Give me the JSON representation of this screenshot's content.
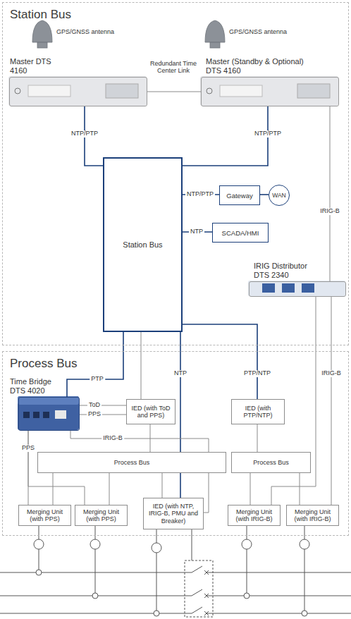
{
  "diagram": {
    "nodes": [
      {
        "text": [
          "Station Bus"
        ]
      },
      {
        "text": [
          "Master DTS 4160"
        ],
        "in": 0
      },
      {
        "text": [
          "Master (Standby & Optional) DTS 4160"
        ],
        "in": 0
      },
      {
        "text": [
          "Station Bus"
        ],
        "in": 0
      },
      {
        "text": [
          "Gateway"
        ],
        "in": 0
      },
      {
        "text": [
          "WAN"
        ],
        "in": 0
      },
      {
        "text": [
          "SCADA/HMI"
        ],
        "in": 0
      },
      {
        "text": [
          "IRIG Distributor DTS 2340"
        ],
        "in": 0
      },
      {
        "text": [
          "Process Bus"
        ]
      },
      {
        "text": [
          "Time Bridge DTS 4020"
        ],
        "in": 8
      },
      {
        "text": [
          "IED (with ToD and PPS)"
        ],
        "in": 8
      },
      {
        "text": [
          "IED (with PTP/NTP)"
        ],
        "in": 8
      },
      {
        "text": [
          "Process Bus"
        ],
        "in": 8
      },
      {
        "text": [
          "Process Bus"
        ],
        "in": 8
      },
      {
        "text": [
          "Merging Unit (with PPS)"
        ],
        "in": 8
      },
      {
        "text": [
          "Merging Unit (with PPS)"
        ],
        "in": 8
      },
      {
        "text": [
          "IED (with NTP, IRIG-B, PMU and Breaker)"
        ],
        "in": 8
      },
      {
        "text": [
          "Merging Unit (with IRIG-B)"
        ],
        "in": 8
      },
      {
        "text": [
          "Merging Unit (with IRIG-B)"
        ],
        "in": 8
      }
    ],
    "edges": [
      {
        "from": 1,
        "to": 2,
        "label": "Redundant Time Center Link",
        "arrow": "none"
      },
      {
        "from": 1,
        "to": 3,
        "label": "NTP/PTP",
        "arrow": "none"
      },
      {
        "from": 2,
        "to": 3,
        "label": "NTP/PTP",
        "arrow": "none"
      },
      {
        "from": 2,
        "to": 7,
        "label": "IRIG-B",
        "arrow": "none"
      },
      {
        "from": 3,
        "to": 4,
        "label": "NTP/PTP",
        "arrow": "none"
      },
      {
        "from": 4,
        "to": 5,
        "arrow": "none"
      },
      {
        "from": 3,
        "to": 6,
        "label": "NTP",
        "arrow": "none"
      },
      {
        "from": 3,
        "to": 9,
        "label": "PTP",
        "arrow": "none"
      },
      {
        "from": 3,
        "to": 10,
        "arrow": "none"
      },
      {
        "from": 3,
        "to": 16,
        "label": "NTP",
        "arrow": "none"
      },
      {
        "from": 3,
        "to": 11,
        "label": "PTP/NTP",
        "arrow": "none"
      },
      {
        "from": 9,
        "to": 10,
        "label": "ToD",
        "arrow": "none"
      },
      {
        "from": 9,
        "to": 10,
        "label": "PPS",
        "arrow": "none"
      },
      {
        "from": 9,
        "to": 16,
        "label": "IRIG-B",
        "arrow": "none"
      },
      {
        "from": 9,
        "to": 14,
        "label": "PPS",
        "arrow": "none"
      },
      {
        "from": 9,
        "to": 15,
        "arrow": "none"
      },
      {
        "from": 10,
        "to": 12,
        "arrow": "none"
      },
      {
        "from": 12,
        "to": 14,
        "arrow": "none"
      },
      {
        "from": 12,
        "to": 15,
        "arrow": "none"
      },
      {
        "from": 12,
        "to": 16,
        "arrow": "none"
      },
      {
        "from": 11,
        "to": 13,
        "arrow": "none"
      },
      {
        "from": 13,
        "to": 17,
        "arrow": "none"
      },
      {
        "from": 13,
        "to": 18,
        "arrow": "none"
      },
      {
        "from": 7,
        "to": 18,
        "label": "IRIG-B",
        "arrow": "none"
      },
      {
        "from": 7,
        "to": 17,
        "arrow": "none"
      }
    ],
    "labels": [
      "GPS/GNSS antenna",
      "GPS/GNSS antenna"
    ]
  }
}
